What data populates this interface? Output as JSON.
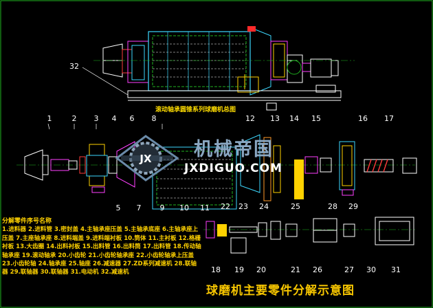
{
  "diagram": {
    "title": "球磨机主要零件分解示意图",
    "subtitle": "滚动轴承圆锥系列球磨机总图",
    "watermark": {
      "cn": "机械帝国",
      "url": "JXDIGUO.COM",
      "logo_letters": "JX"
    },
    "legend_title": "分解零件序号名称",
    "legend_text": "1.进料器 2.进料管 3.密封盖 4.主轴承座压盖 5.主轴承底座 6.主轴承座上压盖 7.主座轴承座 8.进料端盖 9.进料端衬板 10.筒体 11.主衬板 12.格栅衬板 13.大齿圈 14.出料衬板 15.出料管 16.出料筒 17.出料管 18.传动轴轴承座 19.滚动轴承 20.小齿轮 21.小齿轮轴承座 22.小齿轮轴承上压盖 23.小齿轮轴 24.轴承座 25.轴座 26.减速器 27.ZD系列减速机 28.联轴器 29.联轴器 30.联轴器 31.电动机 32.减速机",
    "callouts": [
      "1",
      "2",
      "3",
      "4",
      "6",
      "8",
      "12",
      "13",
      "14",
      "15",
      "16",
      "17",
      "5",
      "7",
      "9",
      "10",
      "11",
      "22",
      "23",
      "24",
      "25",
      "28",
      "29",
      "18",
      "19",
      "20",
      "21",
      "26",
      "27",
      "30",
      "31",
      "32"
    ]
  }
}
